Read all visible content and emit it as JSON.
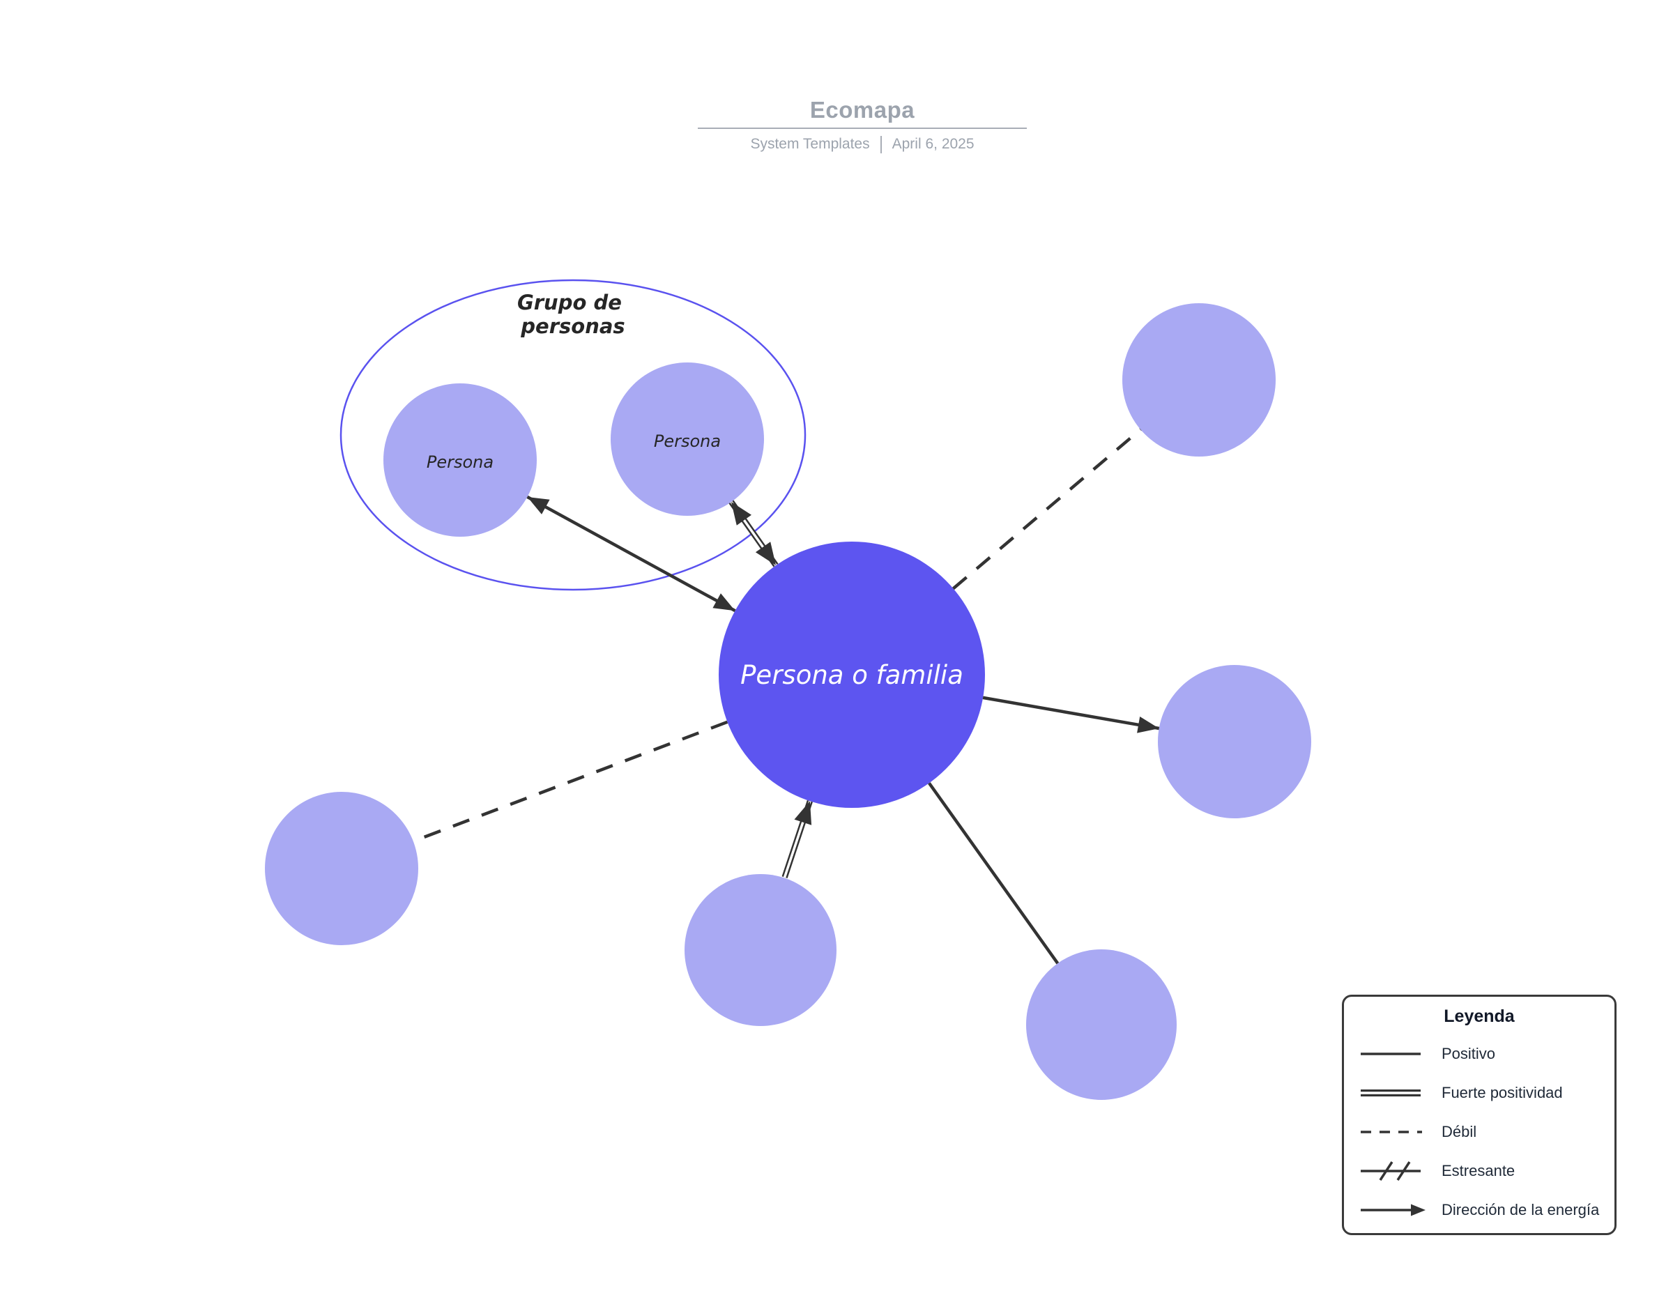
{
  "header": {
    "title": "Ecomapa",
    "author": "System Templates",
    "date": "April 6, 2025"
  },
  "diagram": {
    "group": {
      "label_lines": [
        "Grupo de",
        "personas"
      ],
      "members": [
        {
          "label": "Persona"
        },
        {
          "label": "Persona"
        }
      ]
    },
    "central": {
      "label": "Persona o familia"
    }
  },
  "legend": {
    "title": "Leyenda",
    "items": [
      {
        "icon": "solid-line",
        "label": "Positivo"
      },
      {
        "icon": "double-line",
        "label": "Fuerte positividad"
      },
      {
        "icon": "dashed-line",
        "label": "Débil"
      },
      {
        "icon": "slashed-line",
        "label": "Estresante"
      },
      {
        "icon": "arrow",
        "label": "Dirección de la energía"
      }
    ]
  },
  "colors": {
    "node_light": "#a9a9f3",
    "node_primary": "#5d55f0",
    "group_outline": "#5a52ef",
    "connector": "#333333",
    "muted": "#9ca3ad",
    "rule": "#a8adb6",
    "ink": "#262626",
    "legend_border": "#3a3a3a",
    "legend_text": "#1f2937",
    "paper": "#ffffff"
  }
}
